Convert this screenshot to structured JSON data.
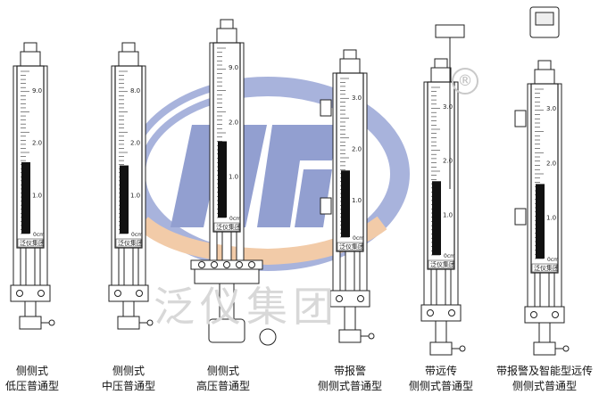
{
  "watermark": {
    "text": "泛仪集团",
    "registered_mark": "®"
  },
  "brand_tag": "泛仪集团",
  "unit": "cm",
  "gauges": [
    {
      "caption_line1": "侧侧式",
      "caption_line2": "低压普通型",
      "scale": [
        "9.0",
        "2.0",
        "1.0"
      ],
      "fill_percent": 44
    },
    {
      "caption_line1": "侧侧式",
      "caption_line2": "中压普通型",
      "scale": [
        "8.0",
        "2.0",
        "1.0"
      ],
      "fill_percent": 42
    },
    {
      "caption_line1": "侧侧式",
      "caption_line2": "高压普通型",
      "scale": [
        "9.0",
        "2.0",
        "1.0"
      ],
      "fill_percent": 45
    },
    {
      "caption_line1": "带报警",
      "caption_line2": "侧侧式普通型",
      "scale": [
        "3.0",
        "2.0",
        "1.0"
      ],
      "fill_percent": 42
    },
    {
      "caption_line1": "带远传",
      "caption_line2": "侧侧式普通型",
      "scale": [
        "3.0",
        "2.0",
        "1.0"
      ],
      "fill_percent": 44
    },
    {
      "caption_line1": "带报警及智能型远传",
      "caption_line2": "侧侧式普通型",
      "scale": [
        "3.0",
        "2.0",
        "1.0"
      ],
      "fill_percent": 44
    }
  ]
}
